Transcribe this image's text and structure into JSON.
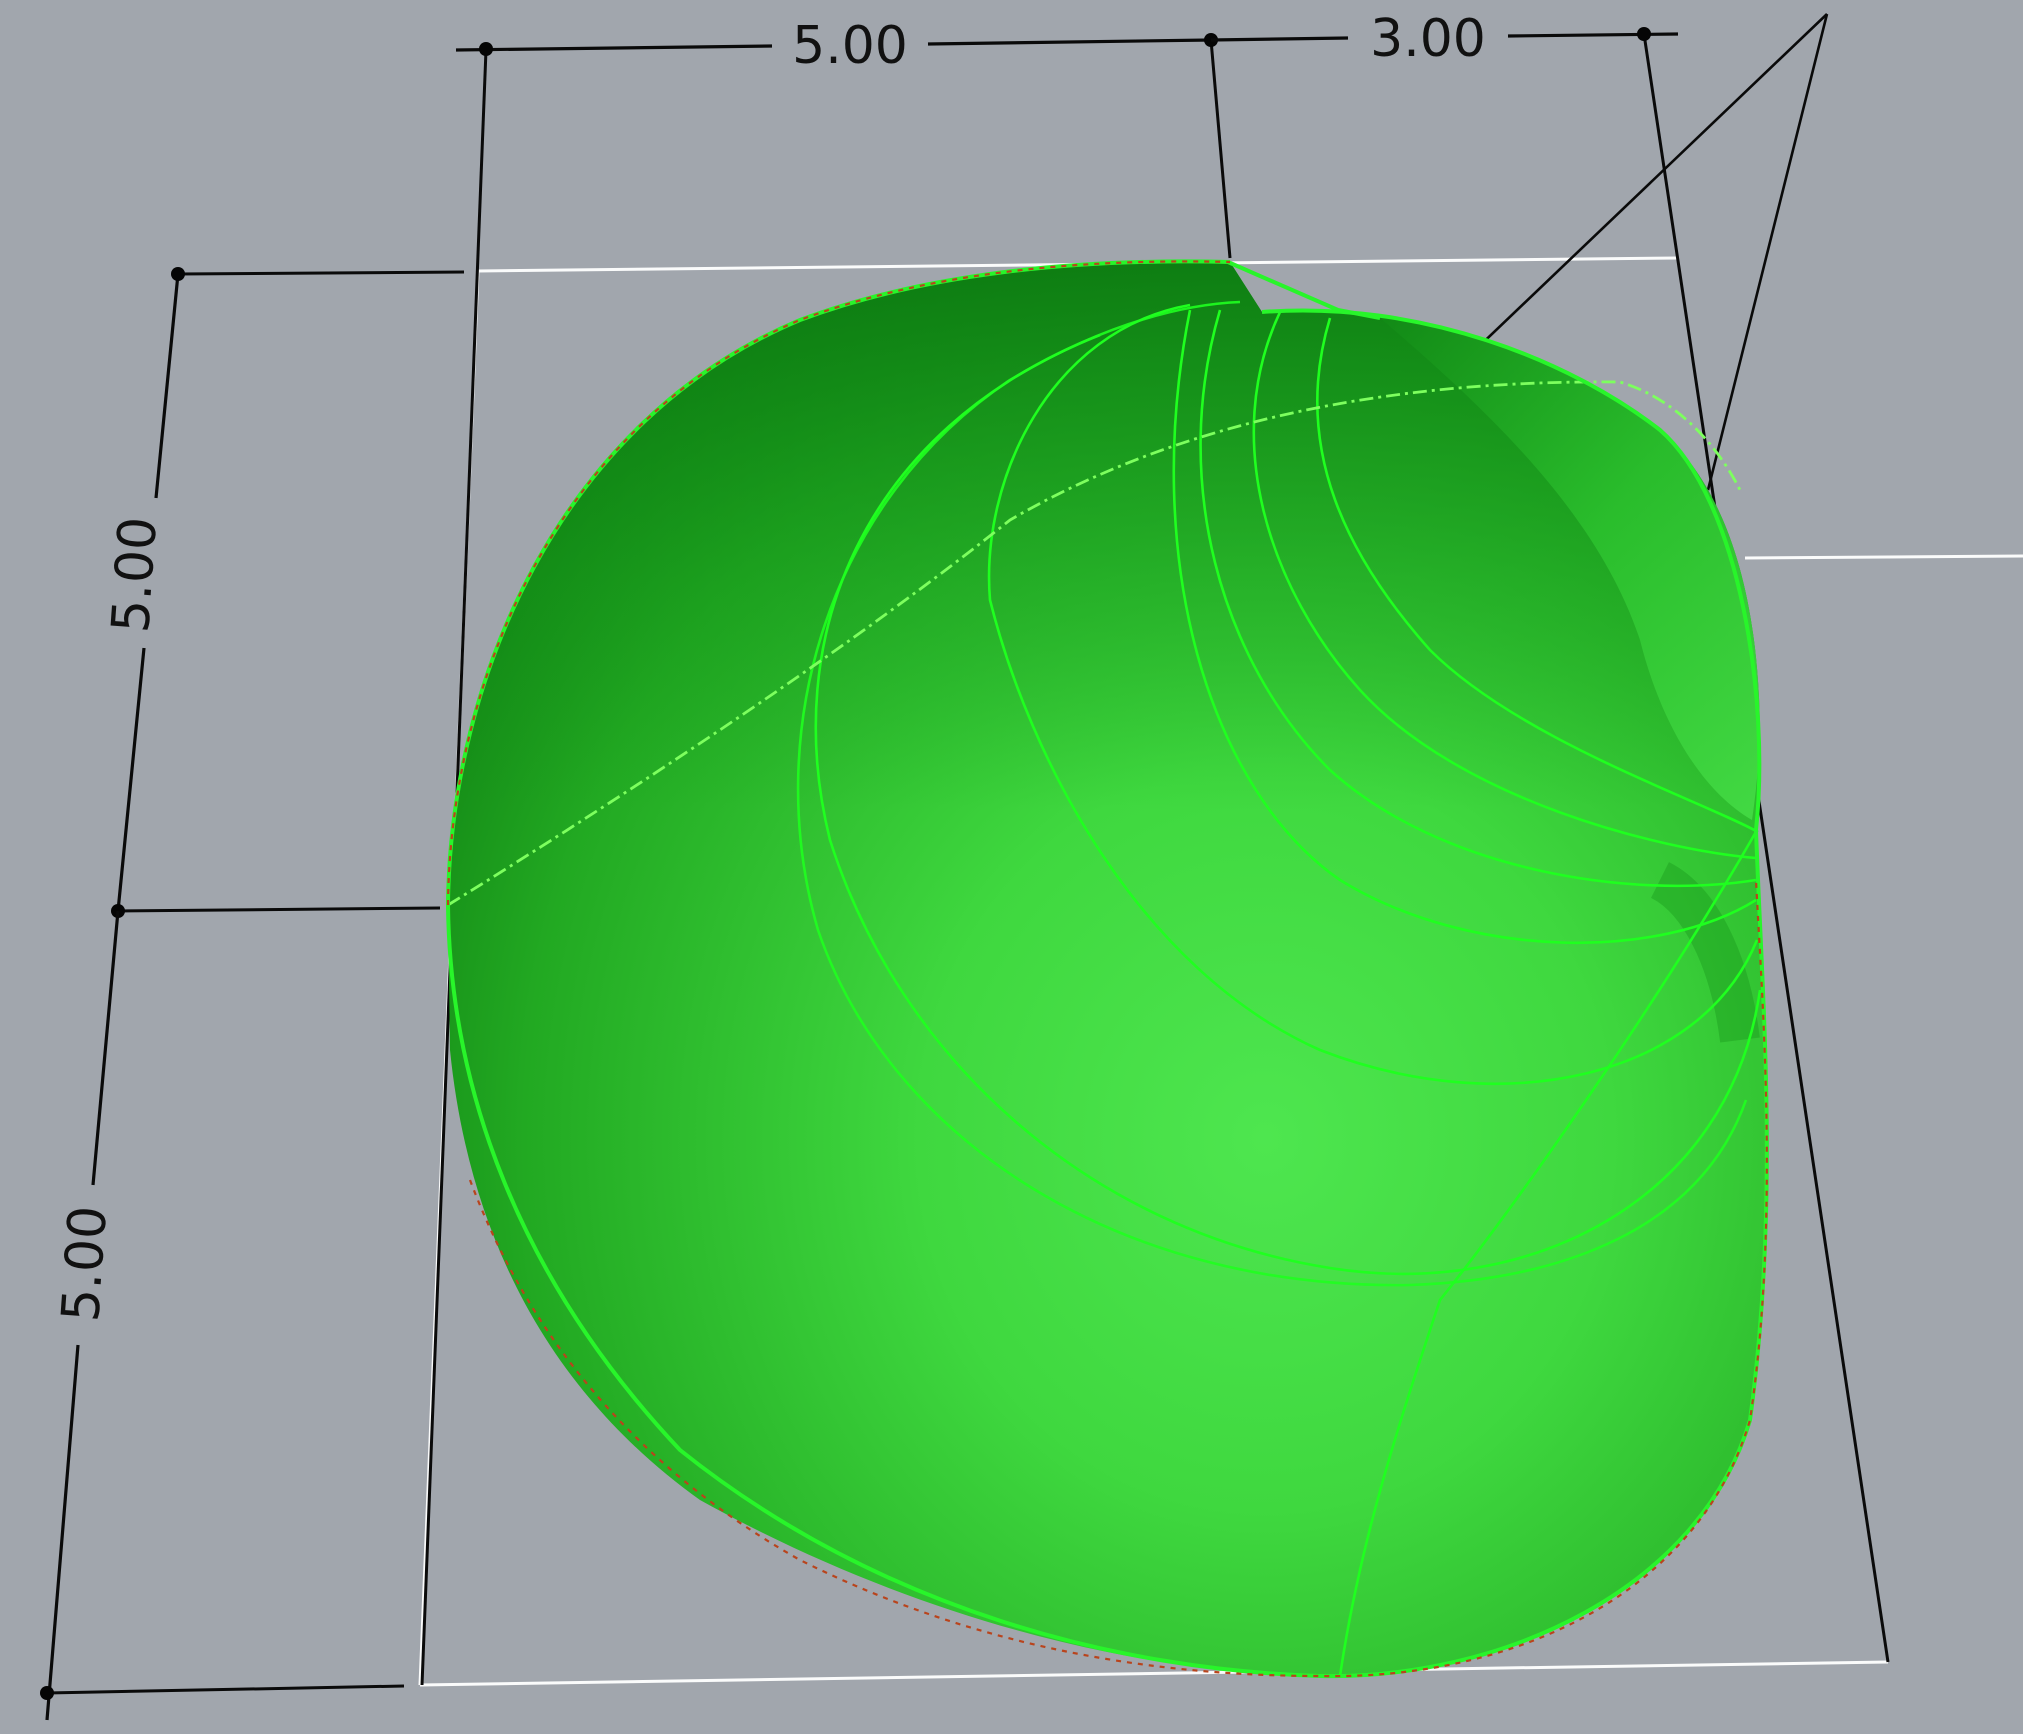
{
  "viewport": {
    "background": "#a1a6ad",
    "surface_color": "#2fd432",
    "isocurve_color": "#1fff1f",
    "dimension_color": "#0a0a0a",
    "bounding_box_color": "#ffffff"
  },
  "dimensions": {
    "top_left": "5.00",
    "top_right": "3.00",
    "side_upper": "5.00",
    "side_lower": "5.00"
  }
}
